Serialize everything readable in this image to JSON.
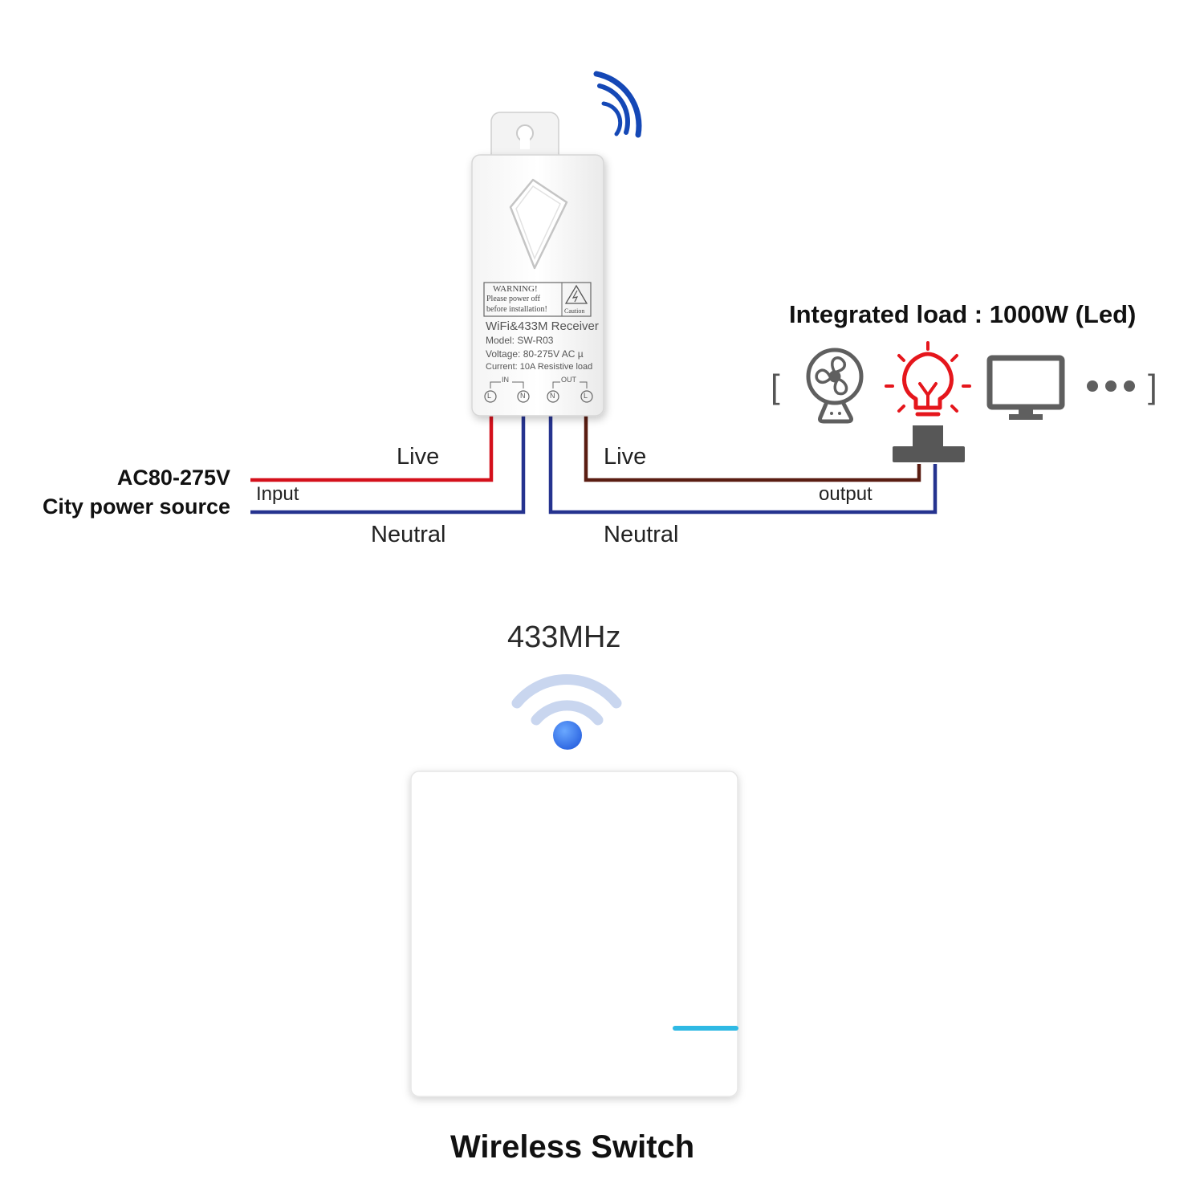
{
  "colors": {
    "live_wire": "#d4101b",
    "neutral_wire": "#25338f",
    "output_live_wire": "#5a1d12",
    "bulb_red": "#e5161c",
    "icon_gray": "#5f5f5f",
    "signal_blue": "#1548b6",
    "switch_led": "#2fb9e4"
  },
  "receiver": {
    "warning_title": "WARNING!",
    "warning_line1": "Please power off",
    "warning_line2": "before installation!",
    "caution": "Caution",
    "name": "WiFi&433M Receiver",
    "model": "Model: SW-R03",
    "voltage": "Voltage: 80-275V AC",
    "voltage_symbol": "µ",
    "current": "Current: 10A Resistive load",
    "in_label": "IN",
    "out_label": "OUT",
    "terminals": [
      "L",
      "N",
      "N",
      "L"
    ]
  },
  "wiring": {
    "source_line1": "AC80-275V",
    "source_line2": "City power source",
    "input_label": "Input",
    "live_in_label": "Live",
    "neutral_in_label": "Neutral",
    "live_out_label": "Live",
    "neutral_out_label": "Neutral",
    "output_label": "output"
  },
  "load": {
    "title": "Integrated load : 1000W (Led)",
    "bracket_open": "[",
    "bracket_close": "]",
    "icons": [
      "fan-icon",
      "light-bulb-icon",
      "monitor-icon",
      "ellipsis-icon"
    ]
  },
  "remote": {
    "frequency": "433MHz",
    "caption": "Wireless Switch"
  }
}
